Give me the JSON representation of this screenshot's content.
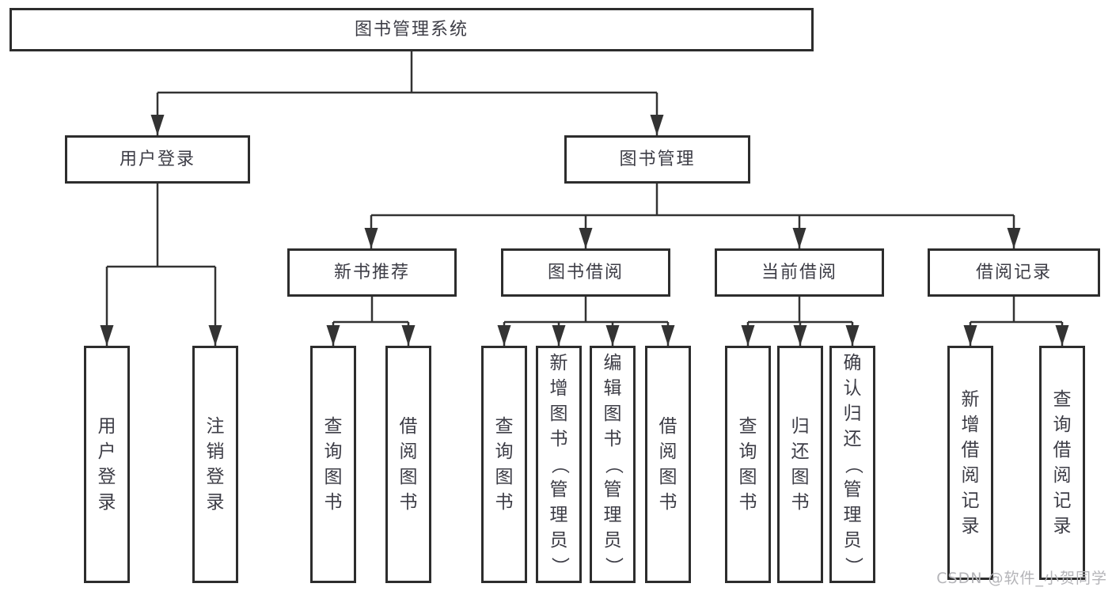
{
  "colors": {
    "box_border": "#2d2d2d",
    "connector_line": "#333333",
    "text": "#3d3d46",
    "watermark": "#b4b4b8",
    "background": "#ffffff"
  },
  "watermark": "CSDN @软件_小贺同学",
  "tree": {
    "root": "图书管理系统",
    "children": [
      {
        "label": "用户登录",
        "children": [
          "用户登录",
          "注销登录"
        ]
      },
      {
        "label": "图书管理",
        "children": [
          {
            "label": "新书推荐",
            "children": [
              "查询图书",
              "借阅图书"
            ]
          },
          {
            "label": "图书借阅",
            "children": [
              "查询图书",
              "新增图书（管理员）",
              "编辑图书（管理员）",
              "借阅图书"
            ]
          },
          {
            "label": "当前借阅",
            "children": [
              "查询图书",
              "归还图书",
              "确认归还（管理员）"
            ]
          },
          {
            "label": "借阅记录",
            "children": [
              "新增借阅记录",
              "查询借阅记录"
            ]
          }
        ]
      }
    ]
  }
}
